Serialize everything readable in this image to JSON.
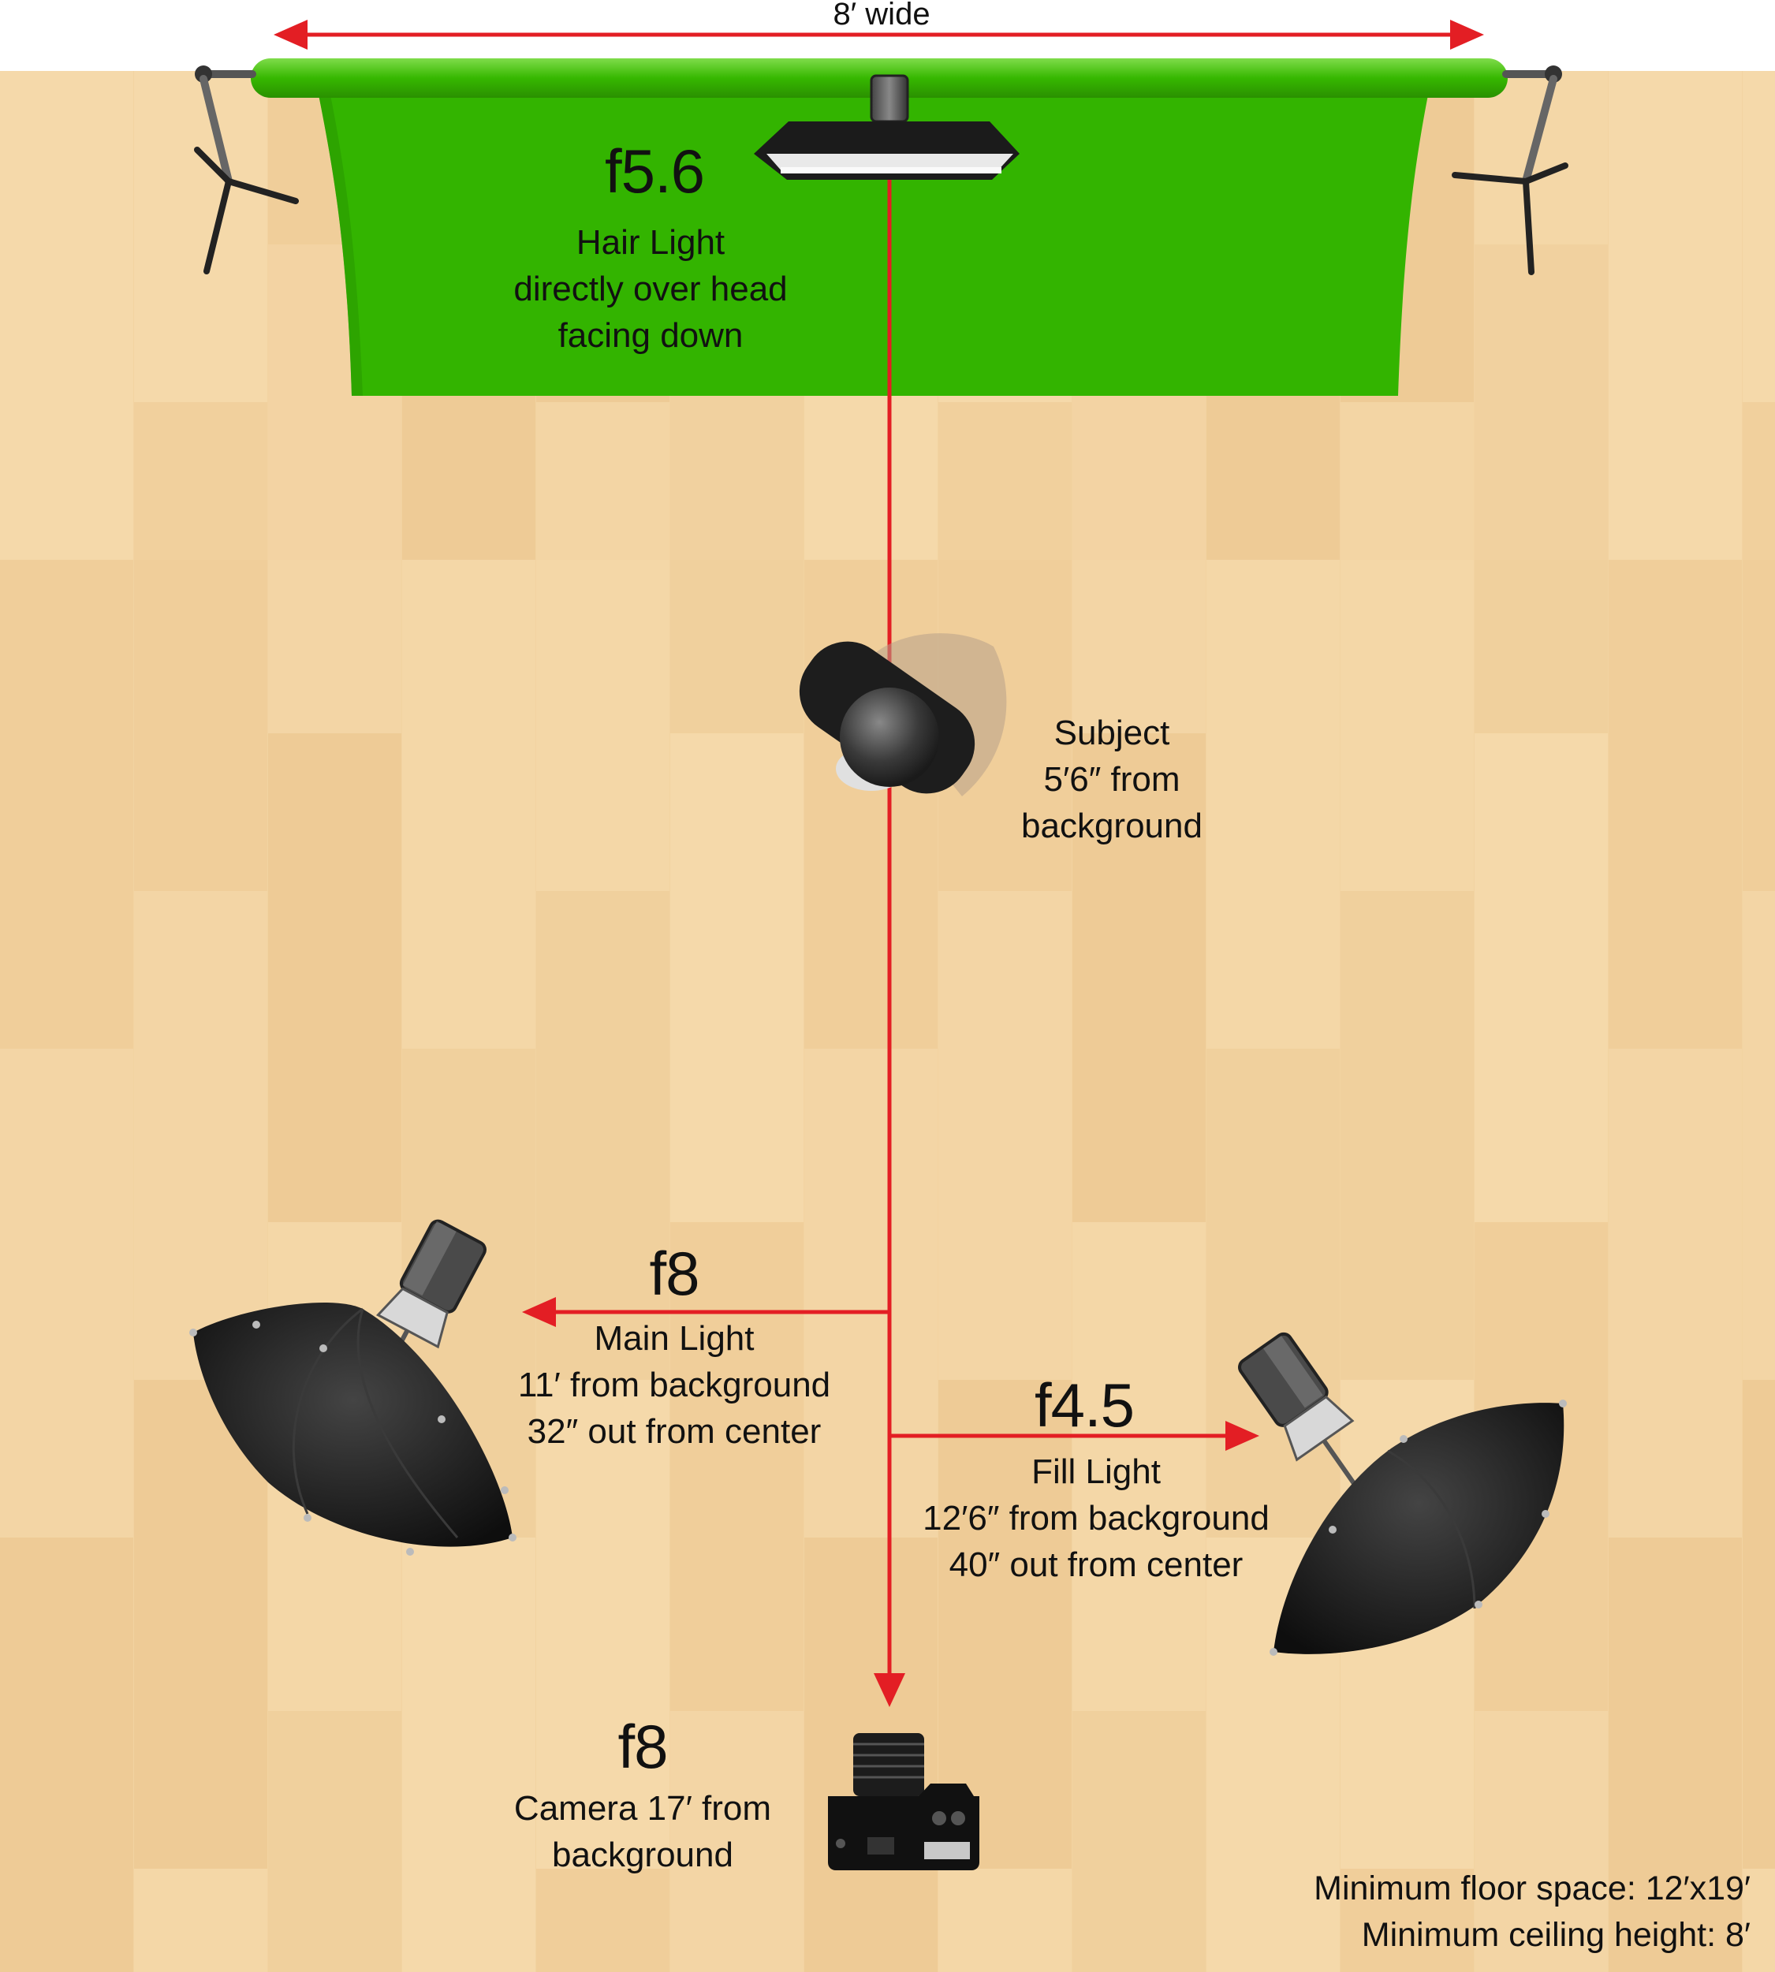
{
  "backdrop": {
    "width_label": "8′ wide",
    "color": "#33b400"
  },
  "hair_light": {
    "fstop": "f5.6",
    "lines": [
      "Hair Light",
      "directly over head",
      "facing down"
    ]
  },
  "subject": {
    "lines": [
      "Subject",
      "5′6″ from",
      "background"
    ]
  },
  "main_light": {
    "fstop": "f8",
    "lines": [
      "Main Light",
      "11′ from background",
      "32″ out from center"
    ]
  },
  "fill_light": {
    "fstop": "f4.5",
    "lines": [
      "Fill Light",
      "12′6″ from background",
      "40″ out from center"
    ]
  },
  "camera": {
    "fstop": "f8",
    "lines": [
      "Camera 17′ from",
      "background"
    ]
  },
  "requirements": {
    "floor": "Minimum floor space: 12′x19′",
    "ceiling": "Minimum ceiling height: 8′"
  },
  "colors": {
    "floor": "#f3d3a0",
    "arrow": "#e31e24",
    "umbrella": "#1a1a1a"
  },
  "icons": [
    "background-stand-icon",
    "hair-light-icon",
    "subject-icon",
    "umbrella-light-icon",
    "camera-icon"
  ]
}
